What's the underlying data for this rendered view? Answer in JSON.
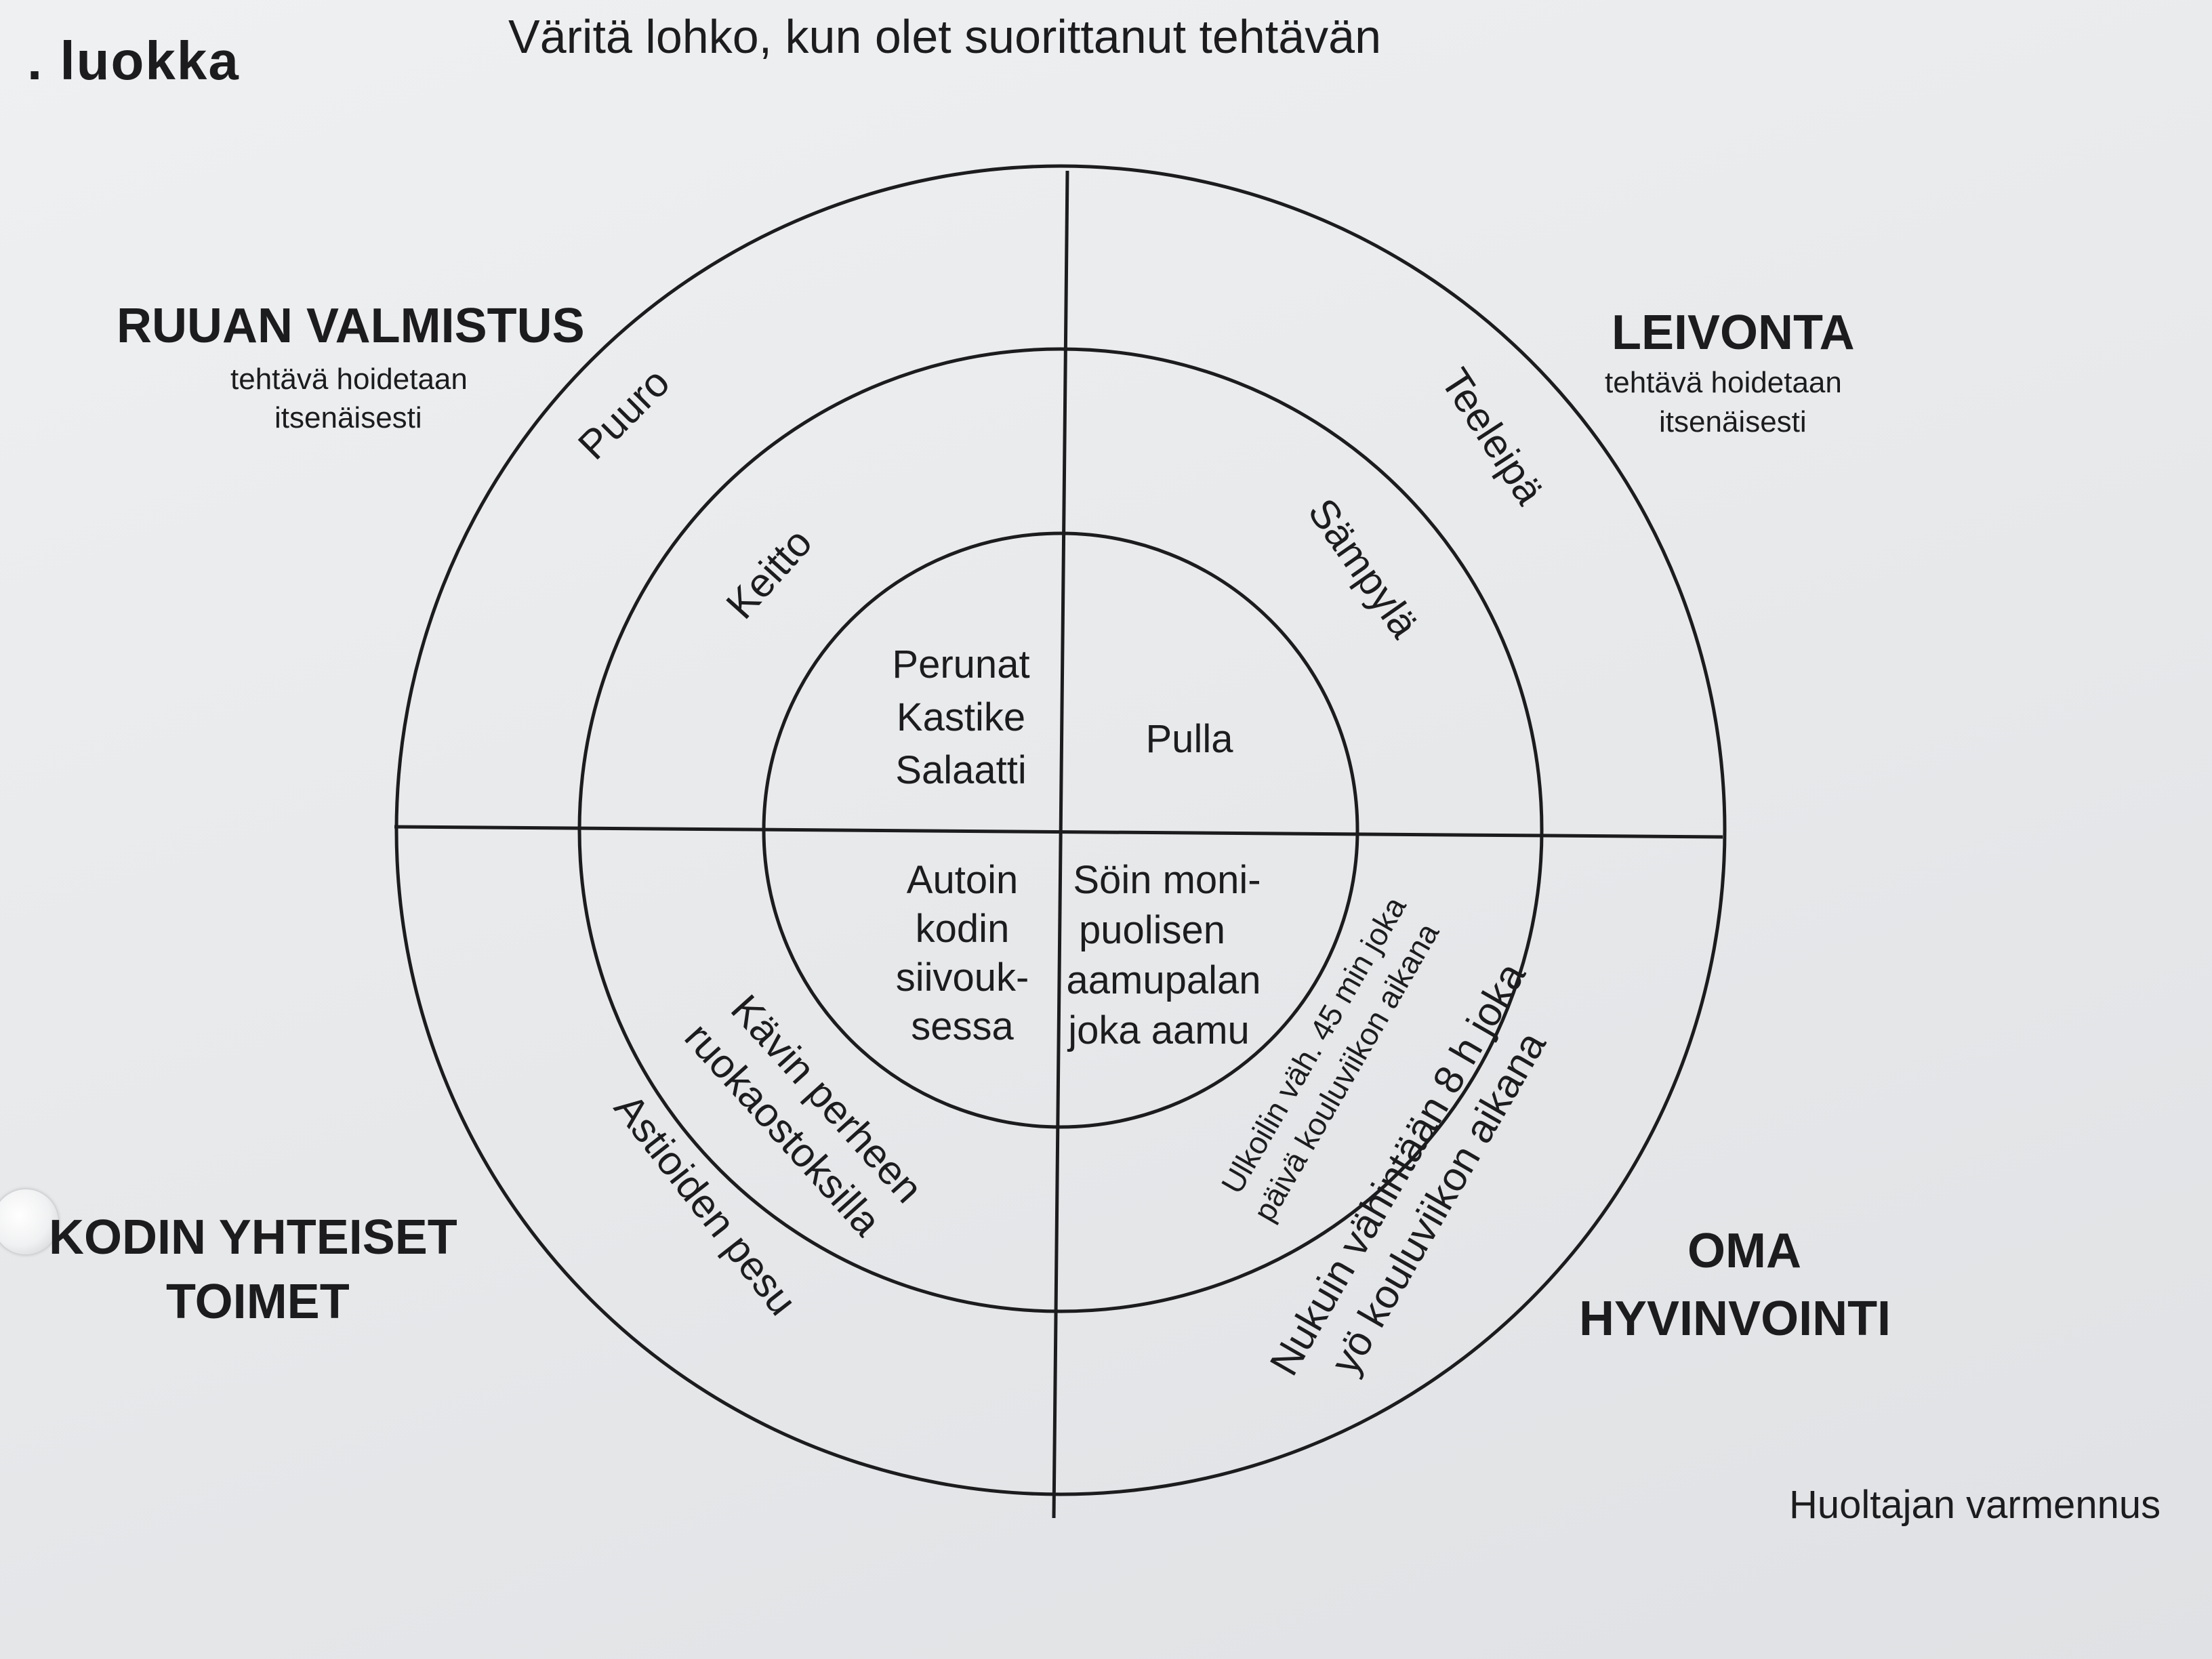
{
  "header": {
    "class_label": ". luokka",
    "instruction": "Väritä lohko, kun olet suorittanut tehtävän"
  },
  "categories": {
    "ruuan": {
      "title": "RUUAN VALMISTUS",
      "sub1": "tehtävä hoidetaan",
      "sub2": "itsenäisesti"
    },
    "leivonta": {
      "title": "LEIVONTA",
      "sub1": "tehtävä hoidetaan",
      "sub2": "itsenäisesti"
    },
    "kodin": {
      "line1": "KODIN YHTEISET",
      "line2": "TOIMET"
    },
    "oma": {
      "line1": "OMA",
      "line2": "HYVINVOINTI"
    }
  },
  "wheel": {
    "outer": {
      "puuro": "Puuro",
      "teeleipa": "Teeleipä",
      "astioiden": "Astioiden pesu",
      "nukuin_1": "Nukuin vähintään 8 h joka",
      "nukuin_2": "yö kouluviikon aikana"
    },
    "middle": {
      "keitto": "Keitto",
      "sampyla": "Sämpylä",
      "kavin_1": "Kävin perheen",
      "kavin_2": "ruokaostoksilla",
      "ulkoilin_1": "Ulkoilin väh. 45 min joka",
      "ulkoilin_2": "päivä kouluviikon aikana"
    },
    "inner": {
      "tl": [
        "Perunat",
        "Kastike",
        "Salaatti"
      ],
      "tr": [
        "Pulla"
      ],
      "bl": [
        "Autoin",
        "kodin",
        "siivouk-",
        "sessa"
      ],
      "br": [
        "Söin moni-",
        "puolisen",
        "aamupalan",
        "joka aamu"
      ]
    }
  },
  "footer": {
    "huoltaja": "Huoltajan varmennus"
  }
}
